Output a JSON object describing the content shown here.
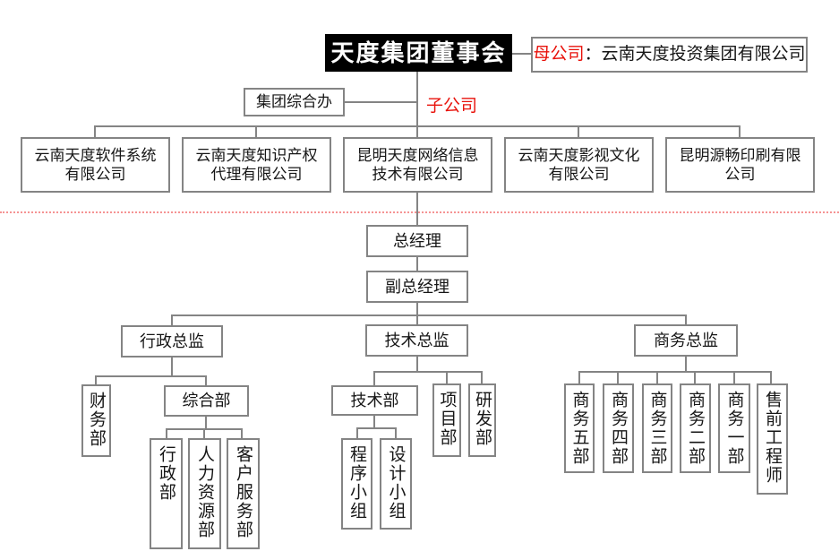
{
  "colors": {
    "accent_red": "#e8120b",
    "divider_red": "#f59393",
    "line_gray": "#848484",
    "board_bg": "#000000",
    "board_text": "#ffffff"
  },
  "board": {
    "label": "天度集团董事会"
  },
  "parent_company": {
    "prefix": "母公司",
    "rest": "：云南天度投资集团有限公司"
  },
  "group_office": {
    "label": "集团综合办"
  },
  "subsidiary": {
    "label": "子公司"
  },
  "companies": [
    {
      "name": "云南天度软件系统\n有限公司"
    },
    {
      "name": "云南天度知识产权\n代理有限公司"
    },
    {
      "name": "昆明天度网络信息\n技术有限公司"
    },
    {
      "name": "云南天度影视文化\n有限公司"
    },
    {
      "name": "昆明源畅印刷有限\n公司"
    }
  ],
  "management": {
    "general_manager": "总经理",
    "deputy_general_manager": "副总经理"
  },
  "directors": {
    "admin": "行政总监",
    "tech": "技术总监",
    "business": "商务总监"
  },
  "admin_branch": {
    "finance_dept": "财务部",
    "general_dept": "综合部",
    "sub_departments": [
      "行政部",
      "人力资源部",
      "客户服务部"
    ]
  },
  "tech_branch": {
    "tech_dept": "技术部",
    "project_dept": "项目部",
    "rnd_dept": "研发部",
    "teams": [
      "程序小组",
      "设计小组"
    ]
  },
  "business_branch": {
    "departments": [
      "商务五部",
      "商务四部",
      "商务三部",
      "商务二部",
      "商务一部",
      "售前工程师"
    ]
  }
}
